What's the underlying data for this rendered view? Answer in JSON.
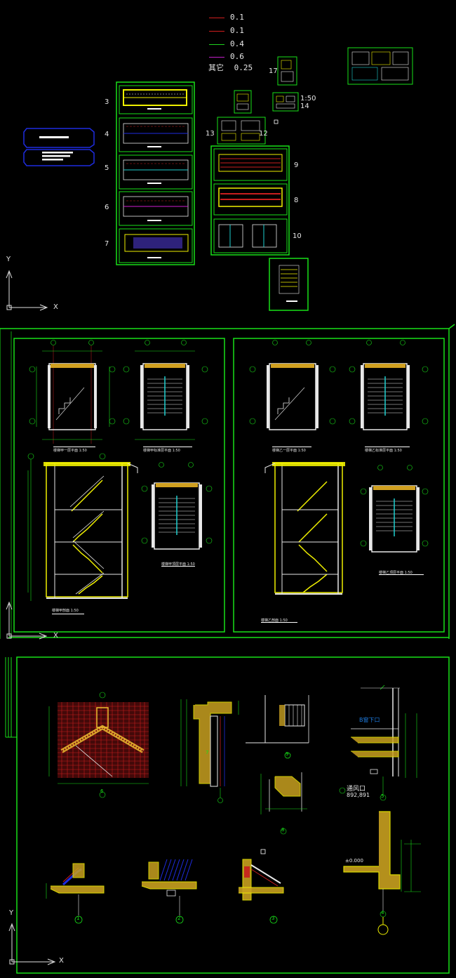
{
  "legend": {
    "rows": [
      {
        "color": "#d21e1e",
        "label": "0.1"
      },
      {
        "color": "#d21e1e",
        "label": "0.1"
      },
      {
        "color": "#1fd21f",
        "label": "0.4"
      },
      {
        "color": "#c21ec8",
        "label": "0.6"
      }
    ],
    "other_label": "其它",
    "other_value": "0.25"
  },
  "sheet_numbers": {
    "n3": "3",
    "n4": "4",
    "n5": "5",
    "n6": "6",
    "n7": "7",
    "n8": "8",
    "n9": "9",
    "n10": "10",
    "n12": "12",
    "n13": "13",
    "n14": "14",
    "n17": "17",
    "scale_1_50": "1:50"
  },
  "axes": {
    "x": "X",
    "y": "Y"
  },
  "stair_sheet": {
    "left_titles": [
      "楼梯甲一层平面 1:50",
      "楼梯甲标准层平面 1:50",
      "楼梯甲顶层平面 1:50",
      "楼梯甲剖面 1:50"
    ],
    "right_titles": [
      "楼梯乙一层平面 1:50",
      "楼梯乙标准层平面 1:50",
      "楼梯乙顶层平面 1:50",
      "楼梯乙剖面 1:50"
    ]
  },
  "detail_sheet": {
    "vent_label": "通风口",
    "vent_code": "892,891",
    "window_label": "B窗下口",
    "level_label": "±0.000",
    "detail_numbers": [
      "6",
      "7",
      "8",
      "9",
      "5",
      "1",
      "2",
      "3",
      "4"
    ]
  },
  "colors": {
    "frame": "#18e018",
    "yellow": "#f0f000",
    "red": "#c81e1e",
    "blue": "#1e2ce0",
    "cyan": "#1ed0d0",
    "magenta": "#d01ed0"
  }
}
